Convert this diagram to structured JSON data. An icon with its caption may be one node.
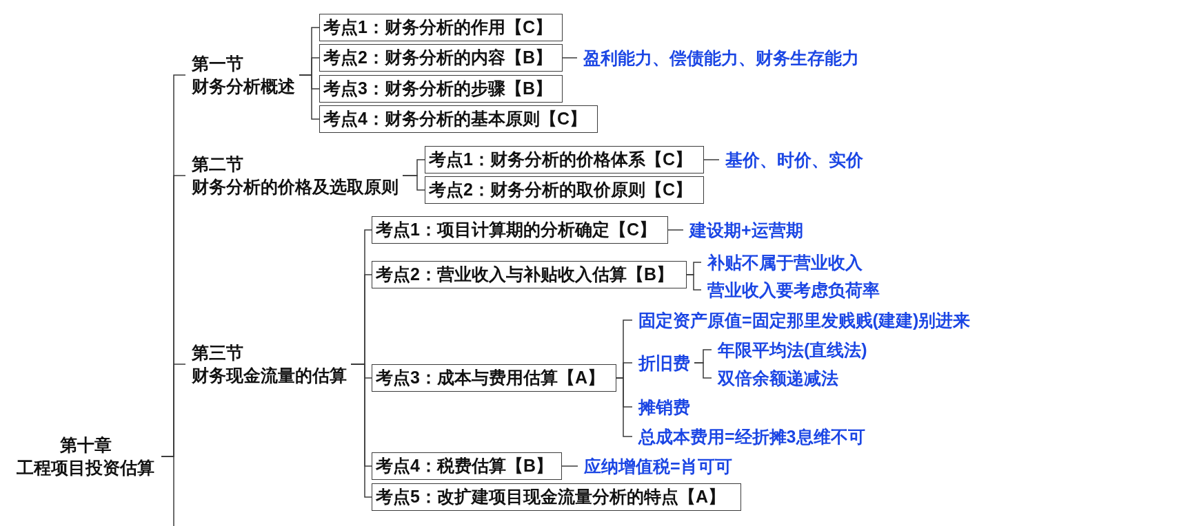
{
  "diagram": {
    "nodes": [
      {
        "text": [
          "第十章",
          "工程项目投资估算"
        ]
      },
      {
        "text": [
          "第一节",
          "财务分析概述"
        ]
      },
      {
        "text": [
          "考点1：财务分析的作用【C】"
        ]
      },
      {
        "text": [
          "考点2：财务分析的内容【B】"
        ]
      },
      {
        "text": [
          "考点3：财务分析的步骤【B】"
        ]
      },
      {
        "text": [
          "考点4：财务分析的基本原则【C】"
        ]
      },
      {
        "text": [
          "盈利能力、偿债能力、财务生存能力"
        ]
      },
      {
        "text": [
          "第二节",
          "财务分析的价格及选取原则"
        ]
      },
      {
        "text": [
          "考点1：财务分析的价格体系【C】"
        ]
      },
      {
        "text": [
          "考点2：财务分析的取价原则【C】"
        ]
      },
      {
        "text": [
          "基价、时价、实价"
        ]
      },
      {
        "text": [
          "第三节",
          "财务现金流量的估算"
        ]
      },
      {
        "text": [
          "考点1：项目计算期的分析确定【C】"
        ]
      },
      {
        "text": [
          "建设期+运营期"
        ]
      },
      {
        "text": [
          "考点2：营业收入与补贴收入估算【B】"
        ]
      },
      {
        "text": [
          "补贴不属于营业收入"
        ]
      },
      {
        "text": [
          "营业收入要考虑负荷率"
        ]
      },
      {
        "text": [
          "考点3：成本与费用估算【A】"
        ]
      },
      {
        "text": [
          "固定资产原值=固定那里发贱贱(建建)别进来"
        ]
      },
      {
        "text": [
          "折旧费"
        ]
      },
      {
        "text": [
          "年限平均法(直线法)"
        ]
      },
      {
        "text": [
          "双倍余额递减法"
        ]
      },
      {
        "text": [
          "摊销费"
        ]
      },
      {
        "text": [
          "总成本费用=经折摊3息维不可"
        ]
      },
      {
        "text": [
          "考点4：税费估算【B】"
        ]
      },
      {
        "text": [
          "应纳增值税=肖可可"
        ]
      },
      {
        "text": [
          "考点5：改扩建项目现金流量分析的特点【A】"
        ]
      }
    ],
    "edges": [
      {
        "from": 0,
        "to": 1,
        "arrow": "none"
      },
      {
        "from": 1,
        "to": 2,
        "arrow": "none"
      },
      {
        "from": 1,
        "to": 3,
        "arrow": "none"
      },
      {
        "from": 1,
        "to": 4,
        "arrow": "none"
      },
      {
        "from": 1,
        "to": 5,
        "arrow": "none"
      },
      {
        "from": 3,
        "to": 6,
        "arrow": "none"
      },
      {
        "from": 0,
        "to": 7,
        "arrow": "none"
      },
      {
        "from": 7,
        "to": 8,
        "arrow": "none"
      },
      {
        "from": 7,
        "to": 9,
        "arrow": "none"
      },
      {
        "from": 8,
        "to": 10,
        "arrow": "none"
      },
      {
        "from": 0,
        "to": 11,
        "arrow": "none"
      },
      {
        "from": 11,
        "to": 12,
        "arrow": "none"
      },
      {
        "from": 12,
        "to": 13,
        "arrow": "none"
      },
      {
        "from": 11,
        "to": 14,
        "arrow": "none"
      },
      {
        "from": 14,
        "to": 15,
        "arrow": "none"
      },
      {
        "from": 14,
        "to": 16,
        "arrow": "none"
      },
      {
        "from": 11,
        "to": 17,
        "arrow": "none"
      },
      {
        "from": 17,
        "to": 18,
        "arrow": "none"
      },
      {
        "from": 17,
        "to": 19,
        "arrow": "none"
      },
      {
        "from": 19,
        "to": 20,
        "arrow": "none"
      },
      {
        "from": 19,
        "to": 21,
        "arrow": "none"
      },
      {
        "from": 17,
        "to": 22,
        "arrow": "none"
      },
      {
        "from": 17,
        "to": 23,
        "arrow": "none"
      },
      {
        "from": 11,
        "to": 24,
        "arrow": "none"
      },
      {
        "from": 24,
        "to": 25,
        "arrow": "none"
      },
      {
        "from": 11,
        "to": 26,
        "arrow": "none"
      }
    ]
  }
}
